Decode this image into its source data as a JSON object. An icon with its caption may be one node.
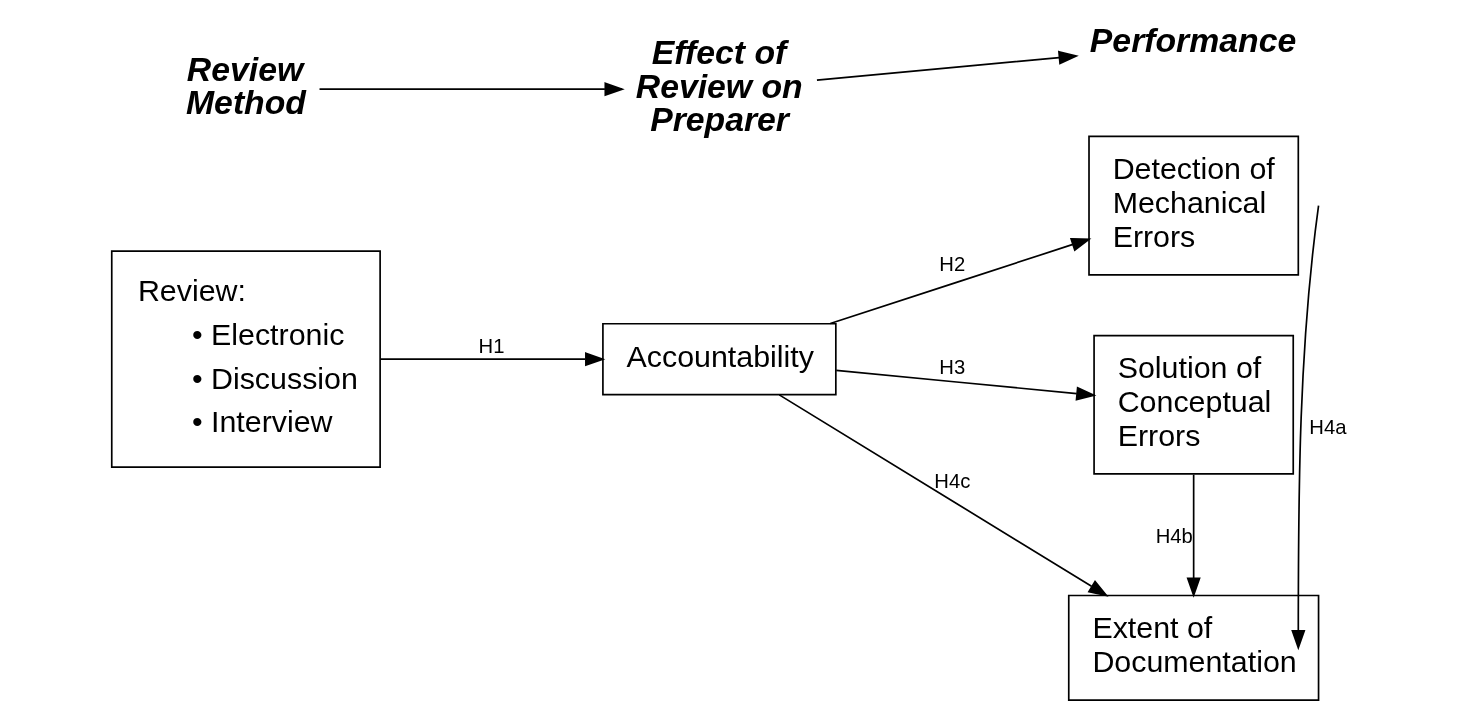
{
  "diagram": {
    "nodes": [
      {
        "text": [
          "Review Method"
        ]
      },
      {
        "text": [
          "Effect of Review on Preparer"
        ]
      },
      {
        "text": [
          "Performance"
        ]
      },
      {
        "text": [
          "Review:",
          "• Electronic",
          "• Discussion",
          "• Interview"
        ]
      },
      {
        "text": [
          "Accountability"
        ]
      },
      {
        "text": [
          "Detection of Mechanical Errors"
        ]
      },
      {
        "text": [
          "Solution of Conceptual Errors"
        ]
      },
      {
        "text": [
          "Extent of Documentation"
        ]
      }
    ],
    "edges": [
      {
        "from": 0,
        "to": 1,
        "arrow": "to"
      },
      {
        "from": 1,
        "to": 2,
        "arrow": "to"
      },
      {
        "from": 3,
        "to": 4,
        "arrow": "to",
        "label": "H1"
      },
      {
        "from": 4,
        "to": 5,
        "arrow": "to",
        "label": "H2"
      },
      {
        "from": 4,
        "to": 6,
        "arrow": "to",
        "label": "H3"
      },
      {
        "from": 4,
        "to": 7,
        "arrow": "to",
        "label": "H4c"
      },
      {
        "from": 6,
        "to": 7,
        "arrow": "to",
        "label": "H4b"
      },
      {
        "from": 5,
        "to": 7,
        "arrow": "to",
        "label": "H4a"
      }
    ]
  }
}
